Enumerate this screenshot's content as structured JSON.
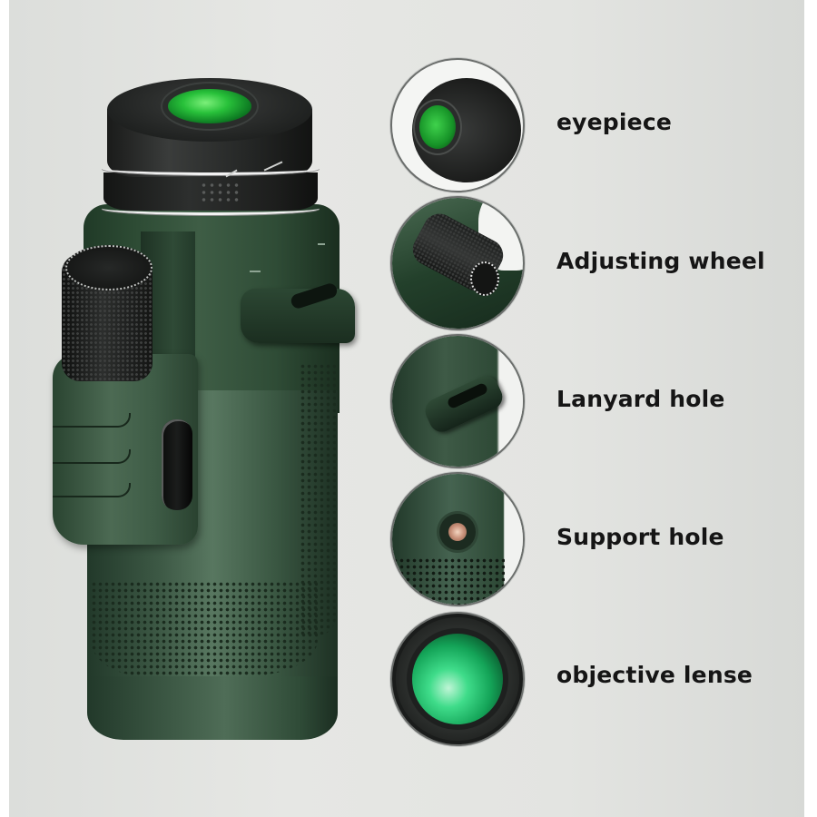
{
  "product": {
    "name": "monocular telescope",
    "body_color": "#2f4b36",
    "lens_color": "#28c13a"
  },
  "callouts": [
    {
      "id": "eyepiece",
      "label": "eyepiece"
    },
    {
      "id": "adjusting-wheel",
      "label": "Adjusting wheel"
    },
    {
      "id": "lanyard-hole",
      "label": "Lanyard hole"
    },
    {
      "id": "support-hole",
      "label": "Support hole"
    },
    {
      "id": "objective-lense",
      "label": "objective lense"
    }
  ],
  "colors": {
    "background_panel": "#e3e4e1",
    "page_margin": "#ffffff",
    "label_text": "#151515",
    "circle_border": "#6b6e6c"
  }
}
